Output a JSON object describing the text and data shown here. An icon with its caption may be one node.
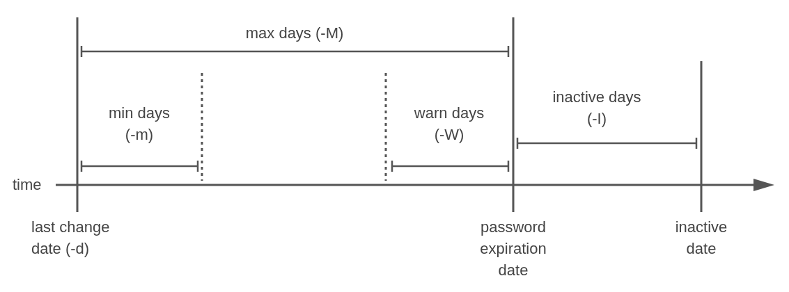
{
  "diagram": {
    "labels": [
      "max days (-M)",
      "inactive days (-I)",
      "min days (-m)",
      "warn days (-W)",
      "time",
      "last change date (-d)",
      "password expiration date",
      "inactive date"
    ]
  }
}
